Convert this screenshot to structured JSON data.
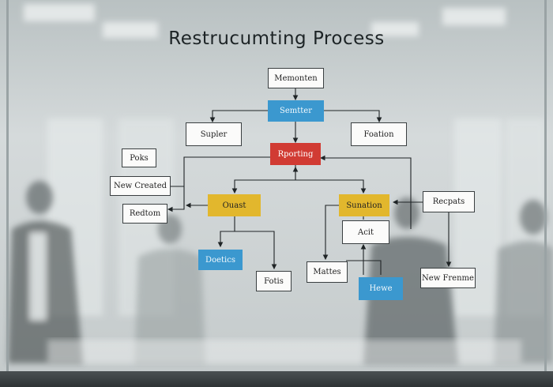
{
  "title": "Restrucumting Process",
  "nodes": {
    "memonten": "Memonten",
    "semtter": "Semtter",
    "supler": "Supler",
    "foation": "Foation",
    "rporting": "Rporting",
    "poks": "Poks",
    "new_created": "New Created",
    "redtom": "Redtom",
    "ouast": "Ouast",
    "sunation": "Sunation",
    "recpats": "Recpats",
    "acit": "Acit",
    "doetics": "Doetics",
    "fotis": "Fotis",
    "mattes": "Mattes",
    "hewe": "Hewe",
    "new_frenme": "New Frenme"
  },
  "colors": {
    "blue": "#3b98cf",
    "red": "#d13b33",
    "yellow": "#e2b72d",
    "plain": "#fbfbfa"
  }
}
